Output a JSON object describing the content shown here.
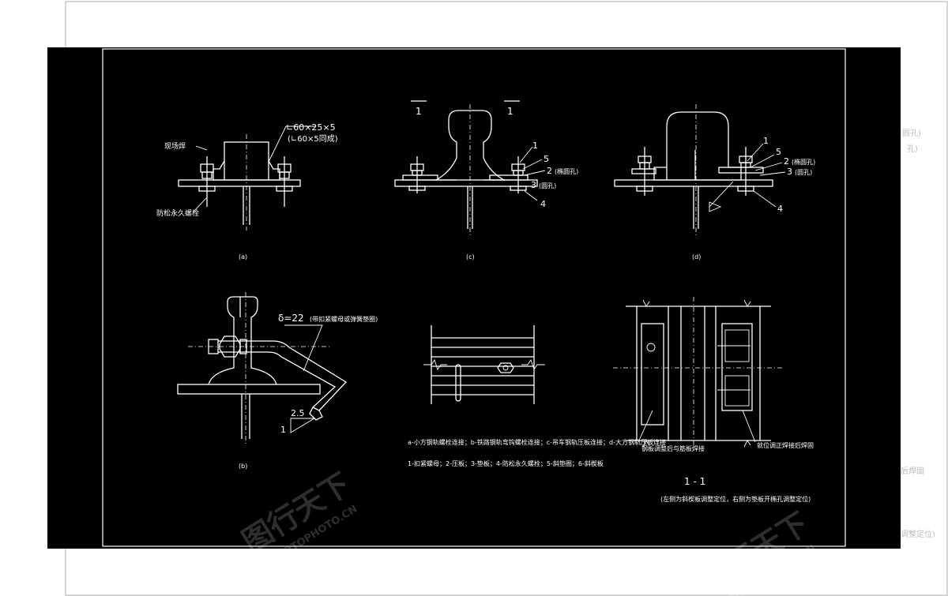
{
  "detail_a": {
    "angle_spec_1": "∟60×25×5",
    "angle_spec_2": "(∟60×5同成)",
    "weld_label": "现场焊",
    "bolt_label": "防松永久螺栓",
    "caption": "(a)"
  },
  "detail_c": {
    "section_mark_left": "1",
    "section_mark_right": "1",
    "callouts": [
      "1",
      "5",
      "2",
      "(椭圆孔)",
      "3",
      "(圆孔)",
      "4"
    ],
    "caption": "(c)"
  },
  "detail_d": {
    "callouts": [
      "1",
      "5",
      "2",
      "(椭圆孔)",
      "3",
      "(圆孔)",
      "4"
    ],
    "caption": "(d)"
  },
  "detail_b": {
    "delta_label": "δ=22",
    "delta_note": "(带扣紧螺母或弹簧垫圈)",
    "slope_run": "2.5",
    "slope_rise": "1",
    "caption": "(b)"
  },
  "section_view": {
    "label_adjust": "钢板调整后与筋板焊接",
    "label_after_positioning": "就位调正焊接后焊固"
  },
  "legend": {
    "line1": "a-小方钢轨螺栓连接；b-铁路钢轨弯钩螺栓连接；c-吊车钢轨压板连接；d-大方钢轨压板连接",
    "line2": "1-扣紧螺母；2-压板；3-垫板；4-防松永久螺栓；5-斜垫圈；6-斜楔板"
  },
  "section_title": "1 - 1",
  "section_note": "(左侧为斜楔板调整定位，右侧为垫板开椭孔调整定位)",
  "background_ghost": {
    "right_1": "圆孔)",
    "right_2": "孔)",
    "right_3": "后焊固",
    "right_4": "调整定位)"
  },
  "watermark": {
    "text_1": "图行天下",
    "text_2": "PHOTOPHOTO.CN",
    "text_3": "图行天下",
    "text_4": "PHOTOPHOTO.CN"
  },
  "colors": {
    "drawing_background": "#000000",
    "line_color": "#ffffff",
    "page_background": "#ffffff",
    "border_gray": "#c8c8c8"
  }
}
